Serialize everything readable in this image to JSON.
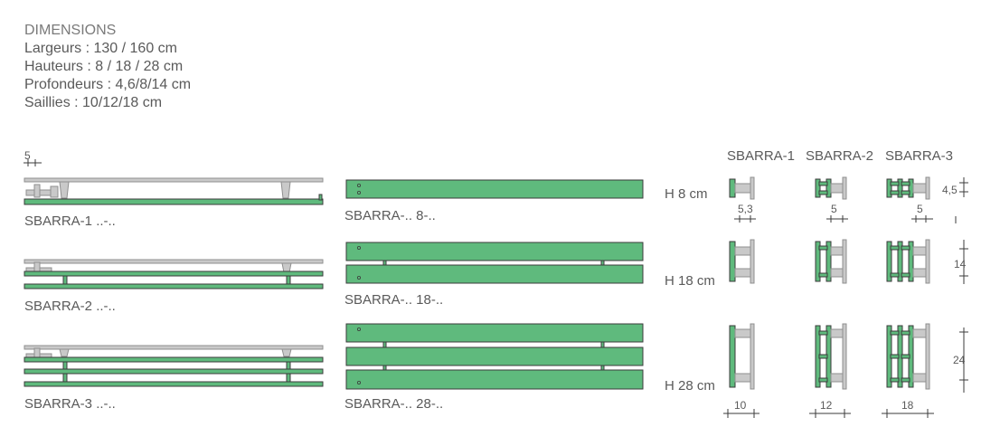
{
  "specs": {
    "title": "DIMENSIONS",
    "widths": "Largeurs : 130 / 160 cm",
    "heights": "Hauteurs : 8 / 18 / 28 cm",
    "depths": "Profondeurs : 4,6/8/14 cm",
    "projections": "Saillies : 10/12/18 cm"
  },
  "side_views": {
    "top_dim": "5",
    "labels": [
      "SBARRA-1 ..-..",
      "SBARRA-2 ..-..",
      "SBARRA-3 ..-.."
    ]
  },
  "front_views": {
    "labels": [
      "SBARRA-.. 8-..",
      "SBARRA-.. 18-..",
      "SBARRA-.. 28-.."
    ]
  },
  "section_grid": {
    "columns": [
      "SBARRA-1",
      "SBARRA-2",
      "SBARRA-3"
    ],
    "rows": [
      "H 8 cm",
      "H 18 cm",
      "H 28 cm"
    ],
    "dims_row1": [
      "5,3",
      "5",
      "5"
    ],
    "height_dims": [
      "4,5",
      "14",
      "24"
    ],
    "projection_dims": [
      "10",
      "12",
      "18"
    ]
  },
  "colors": {
    "bar_green": "#5fba7d",
    "wall_grey": "#c9c9c9",
    "outline": "#3b3b3b",
    "text": "#5a5a5a"
  }
}
